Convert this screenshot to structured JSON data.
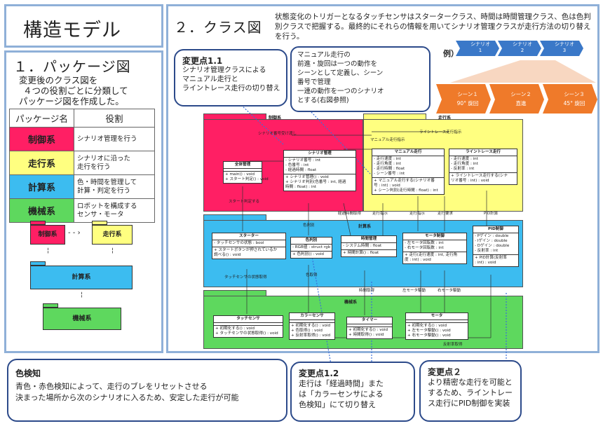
{
  "title": "構造モデル",
  "package_section": {
    "heading": "１．パッケージ図",
    "description": [
      "変更後のクラス図を",
      "４つの役割ごとに分類して",
      "パッケージ図を作成した。"
    ],
    "table_headers": [
      "パッケージ名",
      "役割"
    ],
    "rows": [
      {
        "name": "制御系",
        "role": "シナリオ管理を行う",
        "color": "#ff1f64"
      },
      {
        "name": "走行系",
        "role": "シナリオに沿った\n走行を行う",
        "color": "#ffff80"
      },
      {
        "name": "計算系",
        "role": "色・時間を管理して\n計算・判定を行う",
        "color": "#3cbcf0"
      },
      {
        "name": "機械系",
        "role": "ロボットを構成する\nセンサ・モータ",
        "color": "#5ed85e"
      }
    ],
    "mini_diagram": {
      "control": "制御系",
      "drive": "走行系",
      "calc": "計算系",
      "machine": "機械系"
    }
  },
  "class_section": {
    "heading": "２．クラス図",
    "description": "状態変化のトリガーとなるタッチセンサはスタータークラス、時間は時間管理クラス、色は色判別クラスで把握する。最終的にそれらの情報を用いてシナリオ管理クラスが走行方法の切り替えを行う。",
    "example_label": "例）",
    "scenarios": [
      "シナリオ\n1",
      "シナリオ\n2",
      "シナリオ\n3"
    ],
    "scenes": [
      "シーン１\n90° 旋回",
      "シーン２\n直進",
      "シーン３\n45° 旋回"
    ],
    "scenario_note": "マニュアル走行の\n前進・旋回は一つの動作を\nシーンとして定義し、シーン\n番号で管理\n一連の動作を一つのシナリオ\nとする(右図参照)",
    "packages": {
      "control": "制御系",
      "drive": "走行系",
      "calc": "計算系",
      "machine": "機械系"
    },
    "classes": {
      "overall": {
        "name": "全体管理",
        "ops": "+ main() : void\n+ スタート判定() : void"
      },
      "scenario": {
        "name": "シナリオ管理",
        "attrs": "- シナリオ番号 : int\n- 色番号 : int\n- 経過時間 : float",
        "ops": "+ シナリオ管理() : void\n+ シナリオ判別(色番号 : int, 経過\n時間 : float) : int"
      },
      "manual": {
        "name": "マニュアル走行",
        "attrs": "- 走行速度 : int\n- 走行角度 : int\n- 走行時間 : float\n- シーン番号 : int",
        "ops": "+ マニュアル走行する(シナリオ番\n号 : int) : void\n+ シーン判別(走行時間 : float) : int"
      },
      "linetrace": {
        "name": "ライントレース走行",
        "attrs": "- 走行速度 : int\n- 走行角度 : int\n- 反射率 : int",
        "ops": "+ ライントレース走行する(シナ\nリオ番号 : int) : void"
      },
      "starter": {
        "name": "スターター",
        "attrs": "- タッチセンサの状態 : bool",
        "ops": "+ スタートボタンが押されているか\n調べる() : void"
      },
      "color": {
        "name": "色判別",
        "attrs": "- RGB値 : struct rgb",
        "ops": "+ 色判別() : void"
      },
      "time": {
        "name": "時間管理",
        "attrs": "- システム時間 : float",
        "ops": "+ 時間計算() : float"
      },
      "motorctl": {
        "name": "モータ制御",
        "attrs": "- 左モータ回転数 : int\n- 右モータ回転数 : int",
        "ops": "+ 走行(走行速度 : int, 走行角\n度 : int) : void"
      },
      "pid": {
        "name": "PID制御",
        "attrs": "- Pゲイン : double\n- Iゲイン : double\n- Dゲイン : double\n- 反射率 : int",
        "ops": "+ PID計算(反射率\n: int) : void"
      },
      "touch": {
        "name": "タッチセンサ",
        "ops": "+ 初期化する() : void\n+ タッチセンサの状態取得() : void"
      },
      "colorsensor": {
        "name": "カラーセンサ",
        "ops": "+ 初期化する() : void\n+ 色取得() : void\n+ 反射率取得() : void"
      },
      "timer": {
        "name": "タイマー",
        "ops": "+ 初期化する() : void\n+ 時間取得() : void"
      },
      "motor": {
        "name": "モータ",
        "ops": "+ 初期化する() : void\n+ 左モータ駆動() : void\n+ 右モータ駆動() : void"
      }
    },
    "link_labels": {
      "scenario_switch": "シナリオ番号受け渡し",
      "manual_order": "マニュアル走行指示",
      "linetrace_order": "ライントレース走行指示",
      "start_judge": "スタート判定する",
      "color_judge": "色判別",
      "elapsed": "経過時間取得",
      "drive1": "走行指示",
      "drive2": "走行指示",
      "drive3": "走行要求",
      "pid_calc": "PID計算",
      "touch_get": "タッチセンサの状態取得",
      "color_get": "色取得",
      "time_get": "時間取得",
      "left_motor": "左モータ駆動",
      "right_motor": "右モータ駆動",
      "reflect_get": "反射率取得"
    }
  },
  "callouts": {
    "change11": {
      "title": "変更点1.1",
      "text": "シナリオ管理クラスによる\nマニュアル走行と\nライントレース走行の切り替え"
    },
    "color": {
      "title": "色検知",
      "text": "青色・赤色検知によって、走行のブレをリセットさせる\n決まった場所から次のシナリオに入るため、安定した走行が可能"
    },
    "change12": {
      "title": "変更点1.2",
      "text": "走行は「経過時間」また\nは「カラーセンサによる\n色検知」にて切り替え"
    },
    "change2": {
      "title": "変更点２",
      "text": "より精密な走行を可能と\nするため、ライントレー\nス走行にPID制御を実装"
    }
  }
}
